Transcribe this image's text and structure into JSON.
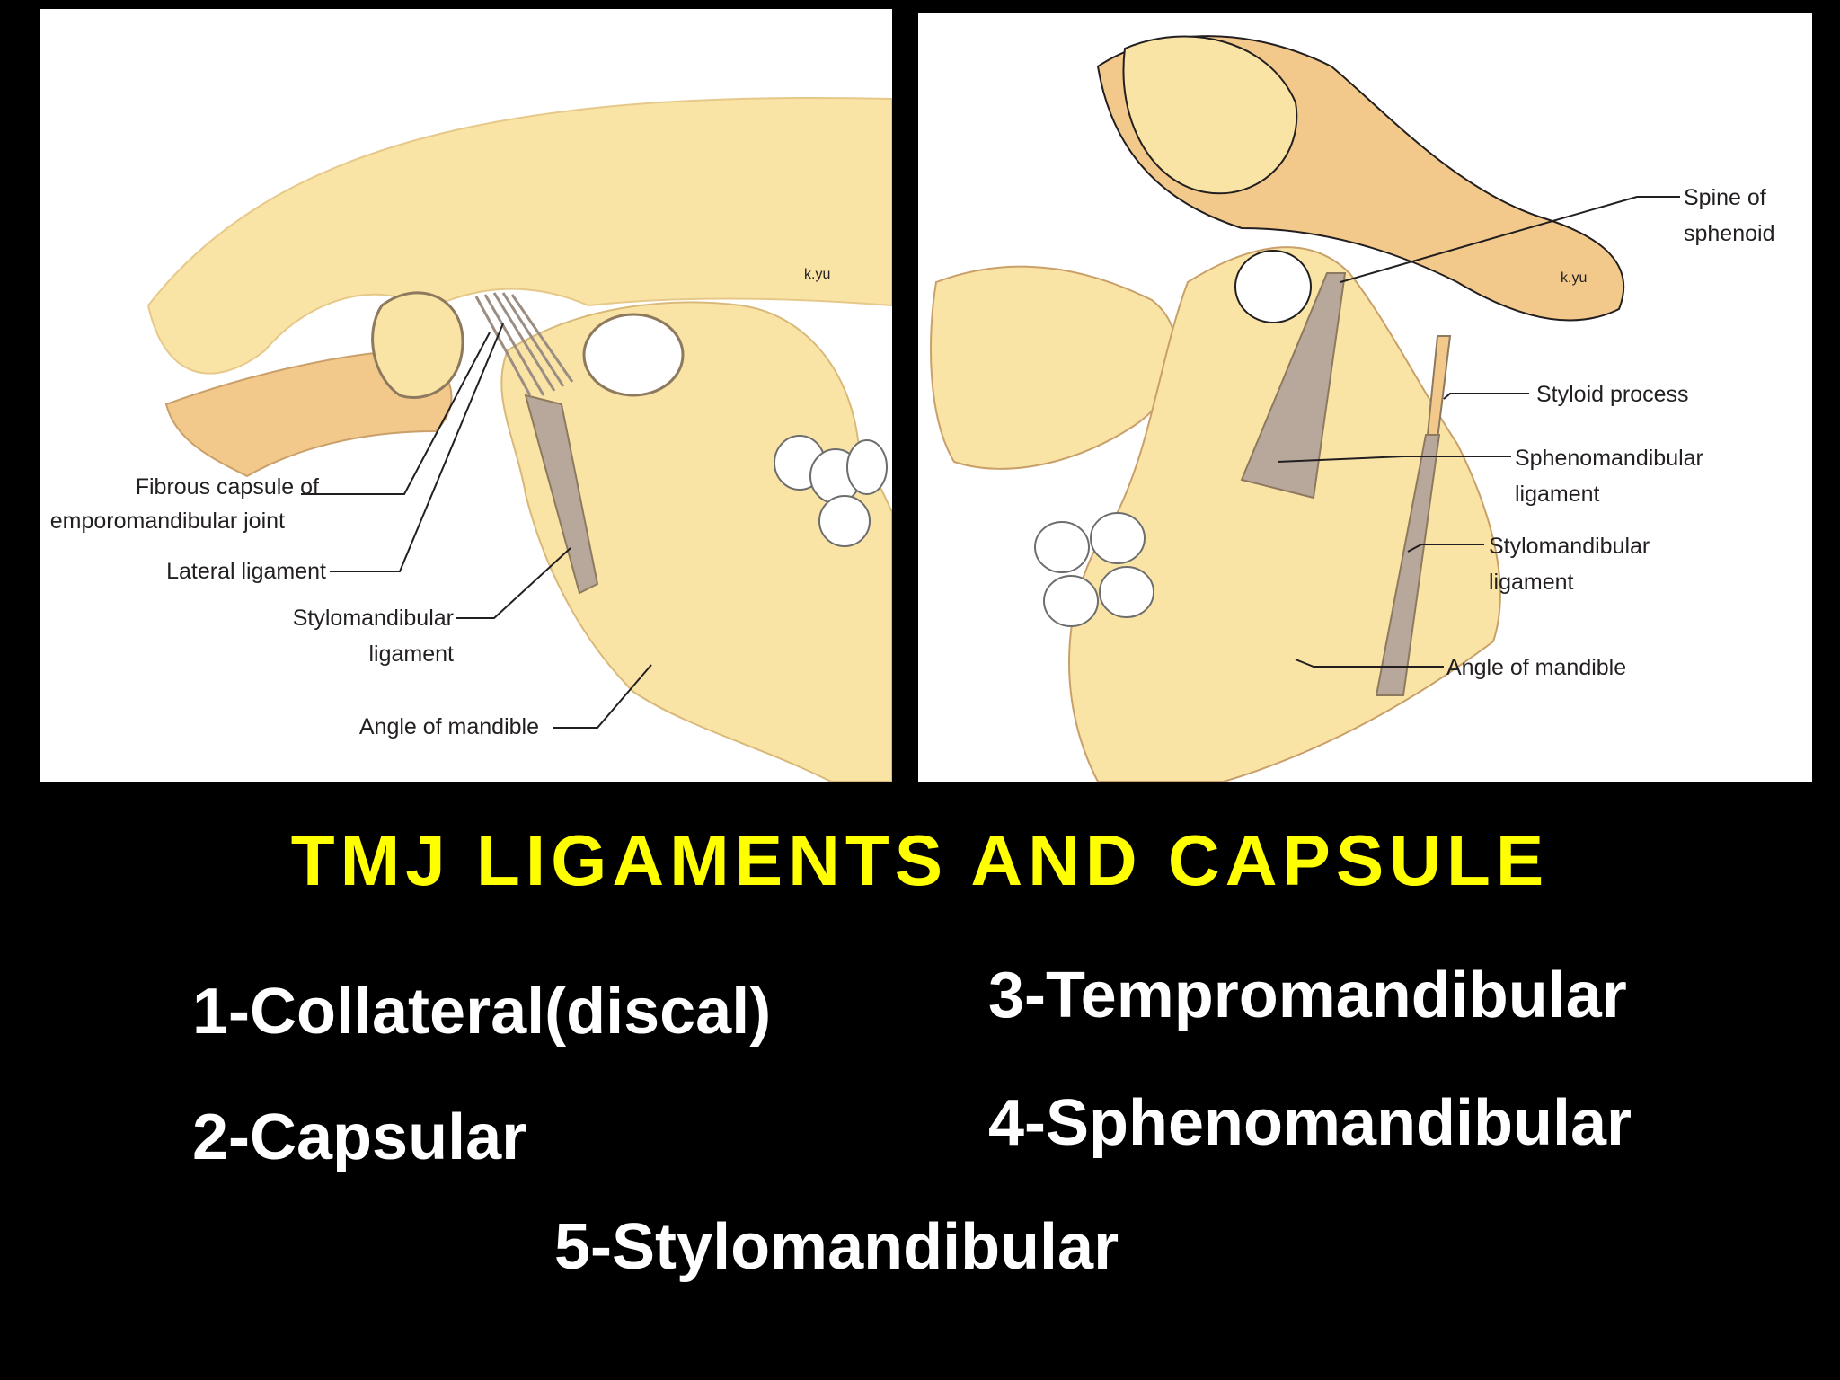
{
  "left_figure": {
    "labels": {
      "fibrous_capsule_line1": "Fibrous capsule of",
      "fibrous_capsule_line2": "emporomandibular joint",
      "lateral_ligament": "Lateral ligament",
      "stylomandibular_line1": "Stylomandibular",
      "stylomandibular_line2": "ligament",
      "angle_of_mandible": "Angle of mandible",
      "signature": "k.yu"
    }
  },
  "right_figure": {
    "labels": {
      "spine_line1": "Spine of",
      "spine_line2": "sphenoid",
      "styloid_process": "Styloid process",
      "sphenomandibular_line1": "Sphenomandibular",
      "sphenomandibular_line2": "ligament",
      "stylomandibular_line1": "Stylomandibular",
      "stylomandibular_line2": "ligament",
      "angle_of_mandible": "Angle of mandible",
      "signature": "k.yu"
    }
  },
  "title": "TMJ LIGAMENTS AND CAPSULE",
  "list": {
    "item1": "1-Collateral(discal)",
    "item2": "2-Capsular",
    "item3": "3-Tempromandibular",
    "item4": "4-Sphenomandibular",
    "item5": "5-Stylomandibular"
  },
  "colors": {
    "background": "#000000",
    "title": "#ffff00",
    "list_text": "#ffffff",
    "bone": "#f9e4a6",
    "bone_dark": "#f2c98a",
    "ligament": "#b8a89c"
  }
}
